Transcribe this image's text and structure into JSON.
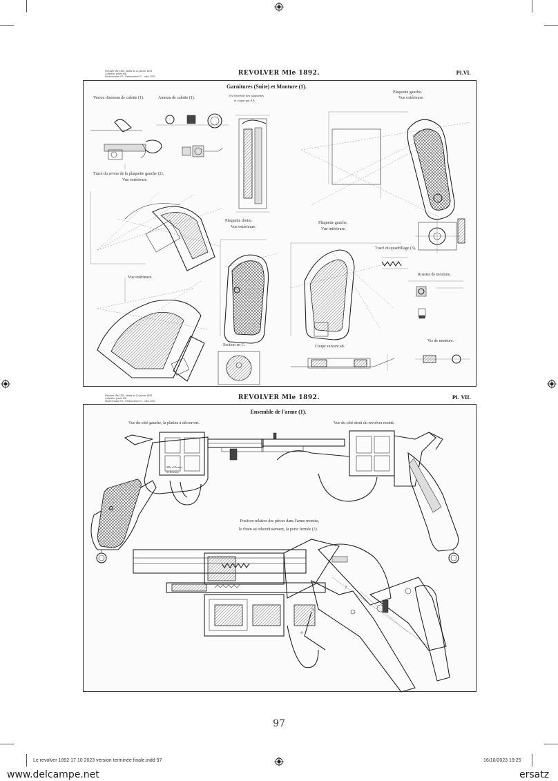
{
  "plate_top": {
    "meta": [
      "Revolver Mle 1892, tables du 12 janvier 1893",
      "Collection privée MB",
      "Modernisation P3 - Restauration PL - mars 2003"
    ],
    "title": "REVOLVER Mle 1892.",
    "plate_number": "Pl.VI.",
    "section_title": "Garnitures (Suite) et Monture (1).",
    "labels": {
      "vis_anneau": "Verrou d'anneau de calotte (1).",
      "anneau": "Anneau de calotte (1).",
      "vis_plaquettes": "Vis d'arrêtoir des plaquettes",
      "vis_plaquettes_2": "et coupe par AA",
      "plaquette_gauche_top": "Plaquette gauche.",
      "vue_exterieure_1": "Vue extérieure.",
      "trace_revers": "Tracé du revers de la plaquette gauche (2).",
      "vue_exterieure_2": "Vue extérieure.",
      "plaquette_droite": "Plaquette droite.",
      "vue_exterieure_3": "Vue extérieure.",
      "plaquette_gauche_mid": "Plaquette gauche.",
      "vue_interieure_1": "Vue intérieure.",
      "trace_quadrillage": "Tracé du quadrillage (3).",
      "rosette": "Rosette de monture.",
      "vue_interieure_2": "Vue intérieure.",
      "section_c": "Section en C.",
      "coupe_suivant": "Coupe suivant ab.",
      "vis_monture": "Vis de monture."
    }
  },
  "plate_bottom": {
    "meta": [
      "Revolver Mle 1892, tables du 12 janvier 1893",
      "Collection privée MB",
      "Modernisation P3 - Restauration PL - mars 2003"
    ],
    "title": "REVOLVER Mle 1892.",
    "plate_number": "Pl. VII.",
    "section_title": "Ensemble de l'arme (1).",
    "labels": {
      "vue_gauche": "Vue du côté gauche, la platine à découvert.",
      "vue_droit": "Vue du côté droit du revolver monté.",
      "position_1": "Position relative des pièces dans l'arme montée,",
      "position_2": "le chien au rebondissement, la porte fermée (2).",
      "engraving_1": "Mle d'Armes",
      "engraving_2": "St Étienne",
      "n1": "2",
      "n2": "5",
      "n3": "4"
    }
  },
  "page_number": "97",
  "slug_left": "Le revolver 1892 17 10 2023 version terminée finale.indd   97",
  "slug_right": "16/10/2023   19:25",
  "watermark_left": "www.delcampe.net",
  "watermark_right": "ersatz"
}
